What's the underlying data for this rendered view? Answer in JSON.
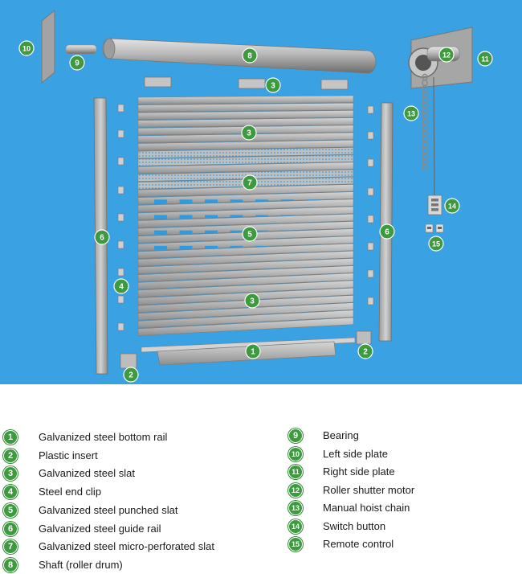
{
  "colors": {
    "background": "#3aa2e2",
    "badge": "#3e9a3e",
    "metal_light": "#c9c9c9",
    "metal_mid": "#a9a9a9",
    "metal_dark": "#7d7d7d",
    "perforation": "#2e9ae0"
  },
  "parts": [
    {
      "number": "1",
      "label": "Galvanized steel bottom rail"
    },
    {
      "number": "2",
      "label": "Plastic insert"
    },
    {
      "number": "3",
      "label": "Galvanized steel slat"
    },
    {
      "number": "4",
      "label": "Steel end clip"
    },
    {
      "number": "5",
      "label": "Galvanized steel punched slat"
    },
    {
      "number": "6",
      "label": "Galvanized steel guide rail"
    },
    {
      "number": "7",
      "label": "Galvanized steel micro-perforated slat"
    },
    {
      "number": "8",
      "label": "Shaft (roller drum)"
    },
    {
      "number": "9",
      "label": "Bearing"
    },
    {
      "number": "10",
      "label": "Left side plate"
    },
    {
      "number": "11",
      "label": "Right side plate"
    },
    {
      "number": "12",
      "label": "Roller shutter motor"
    },
    {
      "number": "13",
      "label": "Manual hoist chain"
    },
    {
      "number": "14",
      "label": "Switch button"
    },
    {
      "number": "15",
      "label": "Remote control"
    }
  ]
}
